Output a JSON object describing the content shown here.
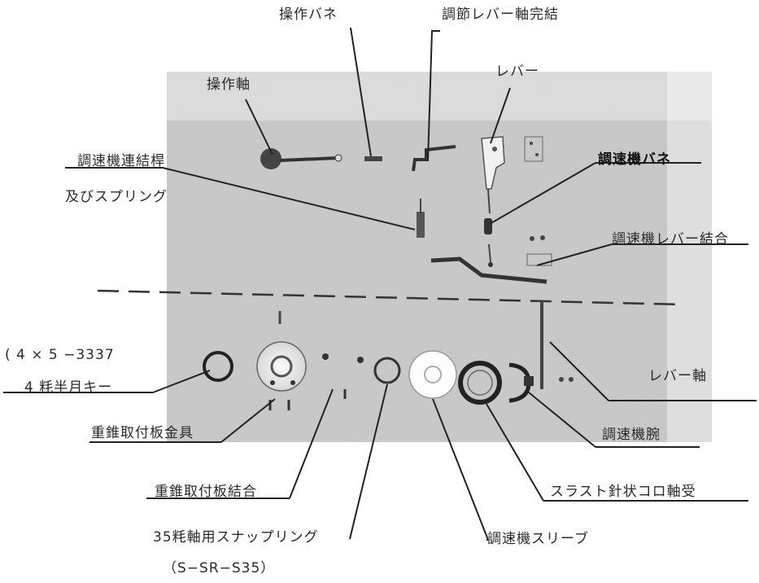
{
  "labels": {
    "sousa_bane": "操作バネ",
    "chousetsu_lever_jiku": "調節レバー軸完結",
    "lever": "レバー",
    "sousa_jiku": "操作軸",
    "renketsu_line1": "調速機連結桿",
    "renketsu_line2": "及びスプリング",
    "chousokuki_bane": "調速機バネ",
    "chousokuki_lever_ketsugou": "調速機レバー結合",
    "key_line1": "( 4 × 5 −3337",
    "key_line2": "4 粍半月キー",
    "lever_jiku": "レバー軸",
    "juusui_kanagu": "重錐取付板金具",
    "chousokuki_wan": "調速機腕",
    "juusui_ketsugou": "重錐取付板結合",
    "thrust_bearing": "スラスト針状コロ軸受",
    "snap_ring": "35粍軸用スナップリング",
    "snap_ring_code": "（S−SR−S35）",
    "sleeve": "調速機スリーブ"
  }
}
